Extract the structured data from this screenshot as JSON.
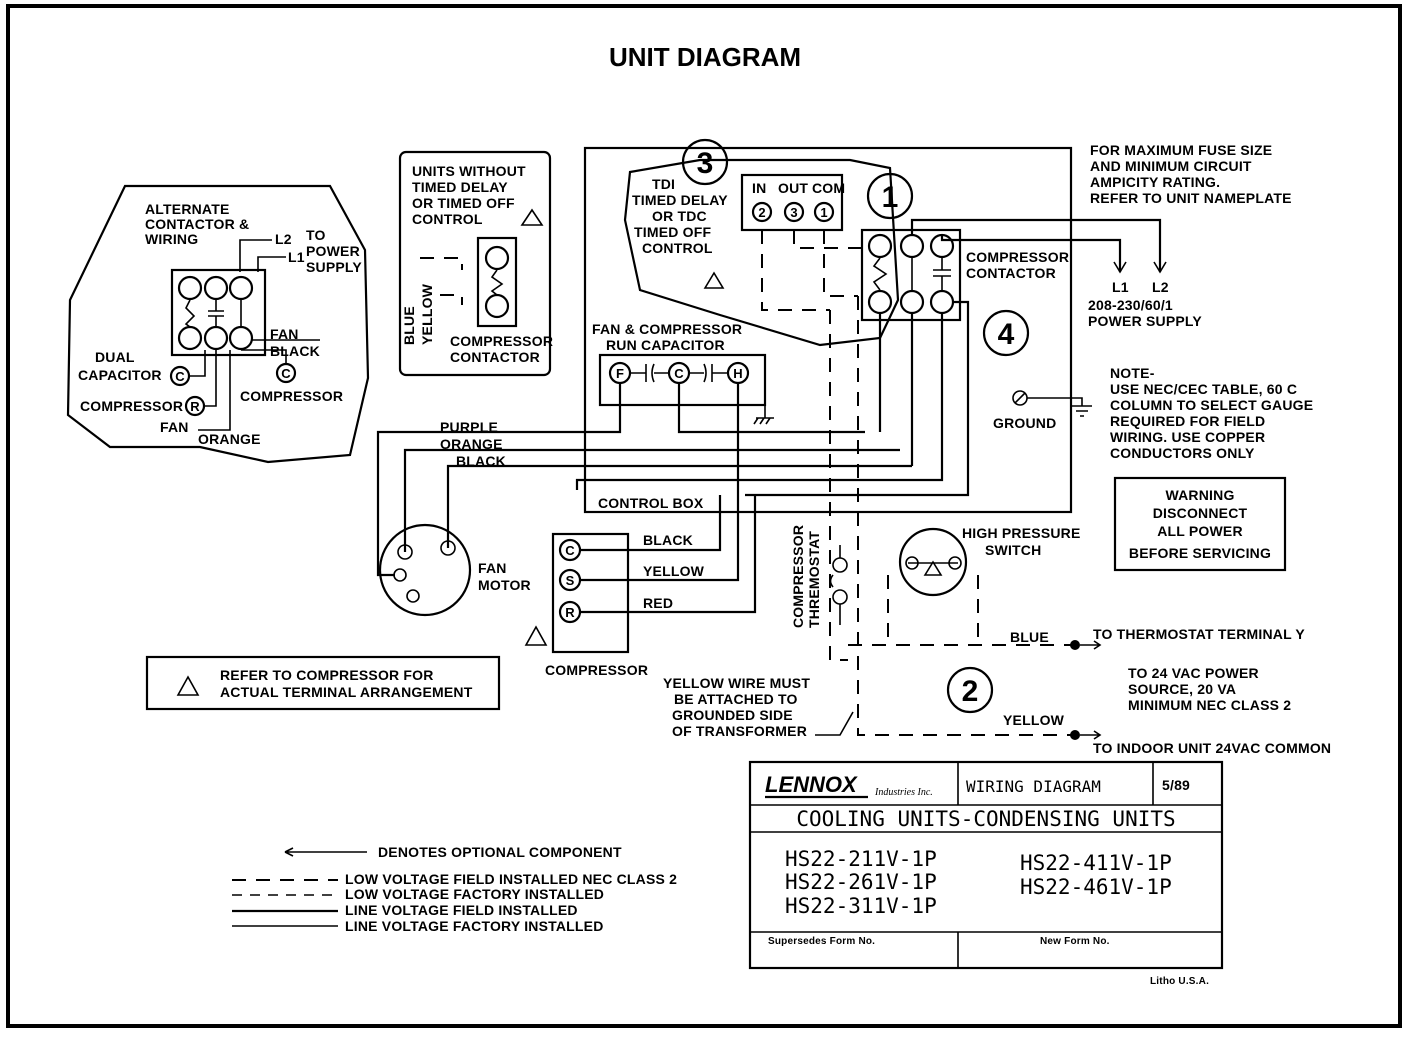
{
  "title": "UNIT DIAGRAM",
  "alternate": {
    "heading": [
      "ALTERNATE",
      "CONTACTOR &",
      "WIRING"
    ],
    "l2": "L2",
    "l1": "L1",
    "to_power": [
      "TO",
      "POWER",
      "SUPPLY"
    ],
    "fan": "FAN",
    "black": "BLACK",
    "dual": "DUAL",
    "capacitor": "CAPACITOR",
    "compressor": "COMPRESSOR",
    "compressor2": "COMPRESSOR",
    "fan2": "FAN",
    "orange": "ORANGE",
    "c": "C",
    "r": "R"
  },
  "units_without": {
    "text": [
      "UNITS WITHOUT",
      "TIMED DELAY",
      "OR TIMED OFF",
      "CONTROL"
    ],
    "blue": "BLUE",
    "yellow": "YELLOW",
    "contactor": [
      "COMPRESSOR",
      "CONTACTOR"
    ]
  },
  "tdi": {
    "text": [
      "TDI",
      "TIMED DELAY",
      "OR TDC",
      "TIMED OFF",
      "CONTROL"
    ],
    "in": "IN",
    "out": "OUT",
    "com": "COM",
    "t2": "2",
    "t3": "3",
    "t1": "1"
  },
  "numbers": {
    "n1": "1",
    "n2": "2",
    "n3": "3",
    "n4": "4"
  },
  "fuse_note": [
    "FOR MAXIMUM FUSE SIZE",
    "AND MINIMUM CIRCUIT",
    "AMPICITY RATING.",
    "REFER TO UNIT NAMEPLATE"
  ],
  "compressor_contactor": [
    "COMPRESSOR",
    "CONTACTOR"
  ],
  "power": {
    "l1": "L1",
    "l2": "L2",
    "supply": [
      "208-230/60/1",
      "POWER SUPPLY"
    ]
  },
  "run_cap": {
    "label": [
      "FAN & COMPRESSOR",
      "RUN CAPACITOR"
    ],
    "f": "F",
    "c": "C",
    "h": "H"
  },
  "ground_note": [
    "NOTE-",
    "USE NEC/CEC TABLE, 60 C",
    "COLUMN TO SELECT GAUGE",
    "REQUIRED FOR FIELD",
    "WIRING. USE COPPER",
    "CONDUCTORS ONLY"
  ],
  "ground": "GROUND",
  "warning": [
    "WARNING",
    "DISCONNECT",
    "ALL POWER",
    "BEFORE SERVICING"
  ],
  "wires": {
    "purple": "PURPLE",
    "orange": "ORANGE",
    "black": "BLACK",
    "control_box": "CONTROL BOX"
  },
  "fan_motor": [
    "FAN",
    "MOTOR"
  ],
  "compressor": {
    "c": "C",
    "s": "S",
    "r": "R",
    "black": "BLACK",
    "yellow": "YELLOW",
    "red": "RED",
    "label": "COMPRESSOR"
  },
  "comp_thermostat": [
    "COMPRESSOR",
    "THREMOSTAT"
  ],
  "hp_switch": [
    "HIGH PRESSURE",
    "SWITCH"
  ],
  "thermostat": {
    "blue": "BLUE",
    "to_terminal": "TO THERMOSTAT TERMINAL Y",
    "power_source": [
      "TO 24 VAC POWER",
      "SOURCE, 20 VA",
      "MINIMUM NEC CLASS 2"
    ],
    "yellow": "YELLOW",
    "to_common": "TO INDOOR UNIT 24VAC COMMON"
  },
  "yellow_note": [
    "YELLOW WIRE MUST",
    "BE ATTACHED TO",
    "GROUNDED SIDE",
    "OF TRANSFORMER"
  ],
  "refer_note": [
    "REFER TO COMPRESSOR FOR",
    "ACTUAL TERMINAL ARRANGEMENT"
  ],
  "legend": {
    "optional": "DENOTES OPTIONAL COMPONENT",
    "low_field": "LOW VOLTAGE FIELD INSTALLED NEC CLASS 2",
    "low_factory": "LOW VOLTAGE FACTORY INSTALLED",
    "line_field": "LINE VOLTAGE FIELD INSTALLED",
    "line_factory": "LINE VOLTAGE FACTORY INSTALLED"
  },
  "title_block": {
    "brand": "LENNOX",
    "brand_sub": "Industries Inc.",
    "wiring": "WIRING DIAGRAM",
    "date": "5/89",
    "series": "COOLING UNITS-CONDENSING UNITS",
    "models_left": [
      "HS22-211V-1P",
      "HS22-261V-1P",
      "HS22-311V-1P"
    ],
    "models_right": [
      "HS22-411V-1P",
      "HS22-461V-1P"
    ],
    "supersedes": "Supersedes Form No.",
    "new_form": "New Form No.",
    "litho": "Litho U.S.A."
  }
}
